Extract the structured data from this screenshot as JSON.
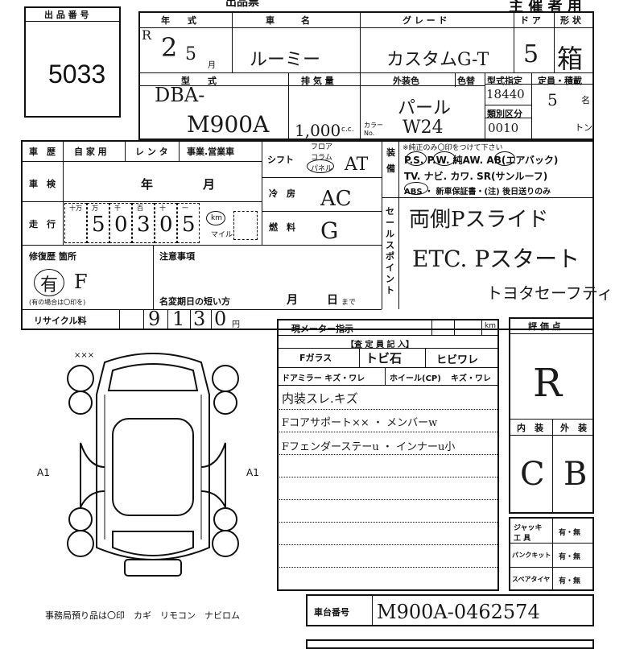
{
  "lot": {
    "label": "出 品 番 号",
    "number": "5033"
  },
  "header": {
    "title": "主 催 者 用",
    "top_partial": "出品票"
  },
  "row1": {
    "year_label": "年　　式",
    "maker_label": "車　　　名",
    "grade_label": "グ レ ー ド",
    "door_label": "ド ア",
    "shape_label": "形 状",
    "era": "R",
    "year": "2",
    "month": "5",
    "month_unit": "月",
    "car_name": "ルーミー",
    "grade": "カスタムG-T",
    "doors": "5",
    "shape": "箱"
  },
  "row2": {
    "model_label": "型　　式",
    "disp_label": "排 気 量",
    "color_label": "外装色",
    "color_no_label": "色替",
    "type_spec_label": "型式指定",
    "category_label": "類別区分",
    "capacity_label": "定員・積載",
    "model_line1": "DBA-",
    "model_line2": "M900A",
    "displacement": "1,000",
    "cc": "c.c.",
    "color_name": "パール",
    "color_code_prefix": "カラー No.",
    "color_code": "W24",
    "type_spec": "18440",
    "category": "0010",
    "capacity": "5",
    "capacity_unit": "名",
    "load_unit": "トン"
  },
  "history": {
    "label": "車　歴",
    "opt1": "自 家 用",
    "opt2": "レ ン タ",
    "opt3": "事業.営業車",
    "shaken_label": "車　検",
    "shaken_year": "年",
    "shaken_month": "月",
    "mileage_label": "走　行",
    "units": [
      "十万",
      "万",
      "千",
      "百",
      "十",
      "一"
    ],
    "digits": [
      "",
      "5",
      "0",
      "3",
      "0",
      "5"
    ],
    "km": "km",
    "mile": "マイル"
  },
  "shift": {
    "label": "シフト",
    "floor": "フロア",
    "column": "コラム",
    "panel": "パネル",
    "value": "AT"
  },
  "ac": {
    "label": "冷　房",
    "value": "AC"
  },
  "fuel": {
    "label": "燃　料",
    "value": "G"
  },
  "equip": {
    "label": "装 備",
    "note": "※純正のみ〇印をつけて下さい",
    "line1": "P.S. P.W. 純AW. AB(エアバック)",
    "line2": "TV. ナビ. カワ. SR(サンルーフ)",
    "line3": "ABS ・ 新車保証書・(注) 後日送りのみ"
  },
  "sales_point": {
    "label": "セールスポイント",
    "line1": "両側Pスライド",
    "line2": "ETC. Pスタート",
    "line3": "トヨタセーフティ"
  },
  "repair": {
    "label": "修復歴 箇所",
    "value": "有",
    "detail": "F",
    "note": "(有の場合は〇印を)"
  },
  "notes": {
    "label": "注意事項",
    "expiry_label": "名変期日の短い方",
    "month": "月",
    "day": "日",
    "made": "まで"
  },
  "recycle": {
    "label": "リサイクル料",
    "digits": [
      "9",
      "1",
      "3",
      "0"
    ],
    "unit": "円"
  },
  "inspector": {
    "meter_label": "現メーター指示",
    "km": "km",
    "title": "【査 定 員 記 入】",
    "fglass": "Fガラス",
    "tobi": "トビ石",
    "hibi": "ヒビワレ",
    "mirror": "ドアミラー キズ・ワレ",
    "wheel": "ホイール(CP)",
    "wheel_dmg": "キズ・ワレ",
    "line1": "内装スレ.キズ",
    "line2": "Fコアサポート×× ・ メンバーw",
    "line3": "Fフェンダーステーu ・ インナーu小"
  },
  "score": {
    "label": "評 価 点",
    "value": "R",
    "interior_label": "内　装",
    "exterior_label": "外　装",
    "interior": "C",
    "exterior": "B"
  },
  "jack": {
    "jack_label": "ジャッキ 工 具",
    "puncture_label": "パンクキット",
    "spare_label": "スペアタイヤ",
    "yesno": "有・無"
  },
  "diagram": {
    "marks_tl": "×××",
    "a1_left": "A1",
    "a1_right": "A1"
  },
  "office": {
    "text": "事務局預り品は〇印　カギ　リモコン　ナビロム"
  },
  "chassis": {
    "label": "車台番号",
    "value": "M900A-0462574"
  }
}
